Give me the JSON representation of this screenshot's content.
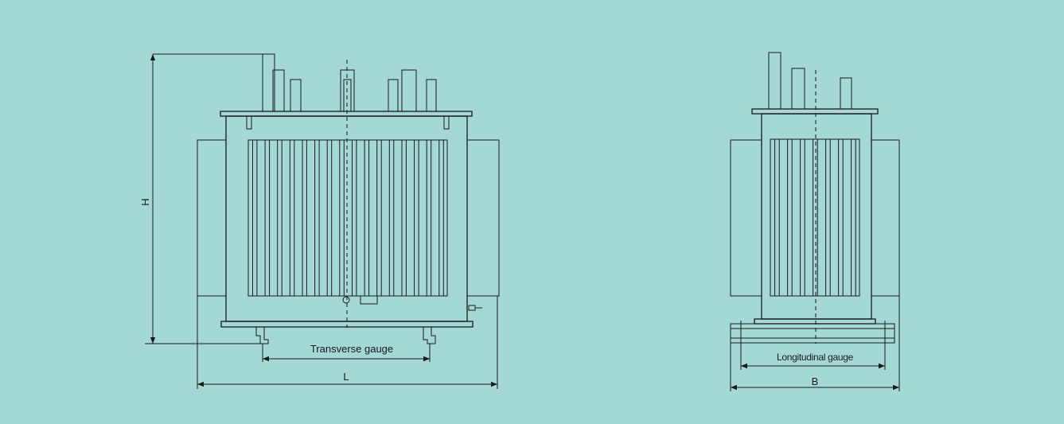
{
  "colors": {
    "background": "#a4d8d4",
    "stroke": "#1a1a1a"
  },
  "front_view": {
    "height_label": "H",
    "length_label": "L",
    "gauge_label": "Transverse gauge"
  },
  "side_view": {
    "width_label": "B",
    "gauge_label": "Longitudinal gauge"
  }
}
